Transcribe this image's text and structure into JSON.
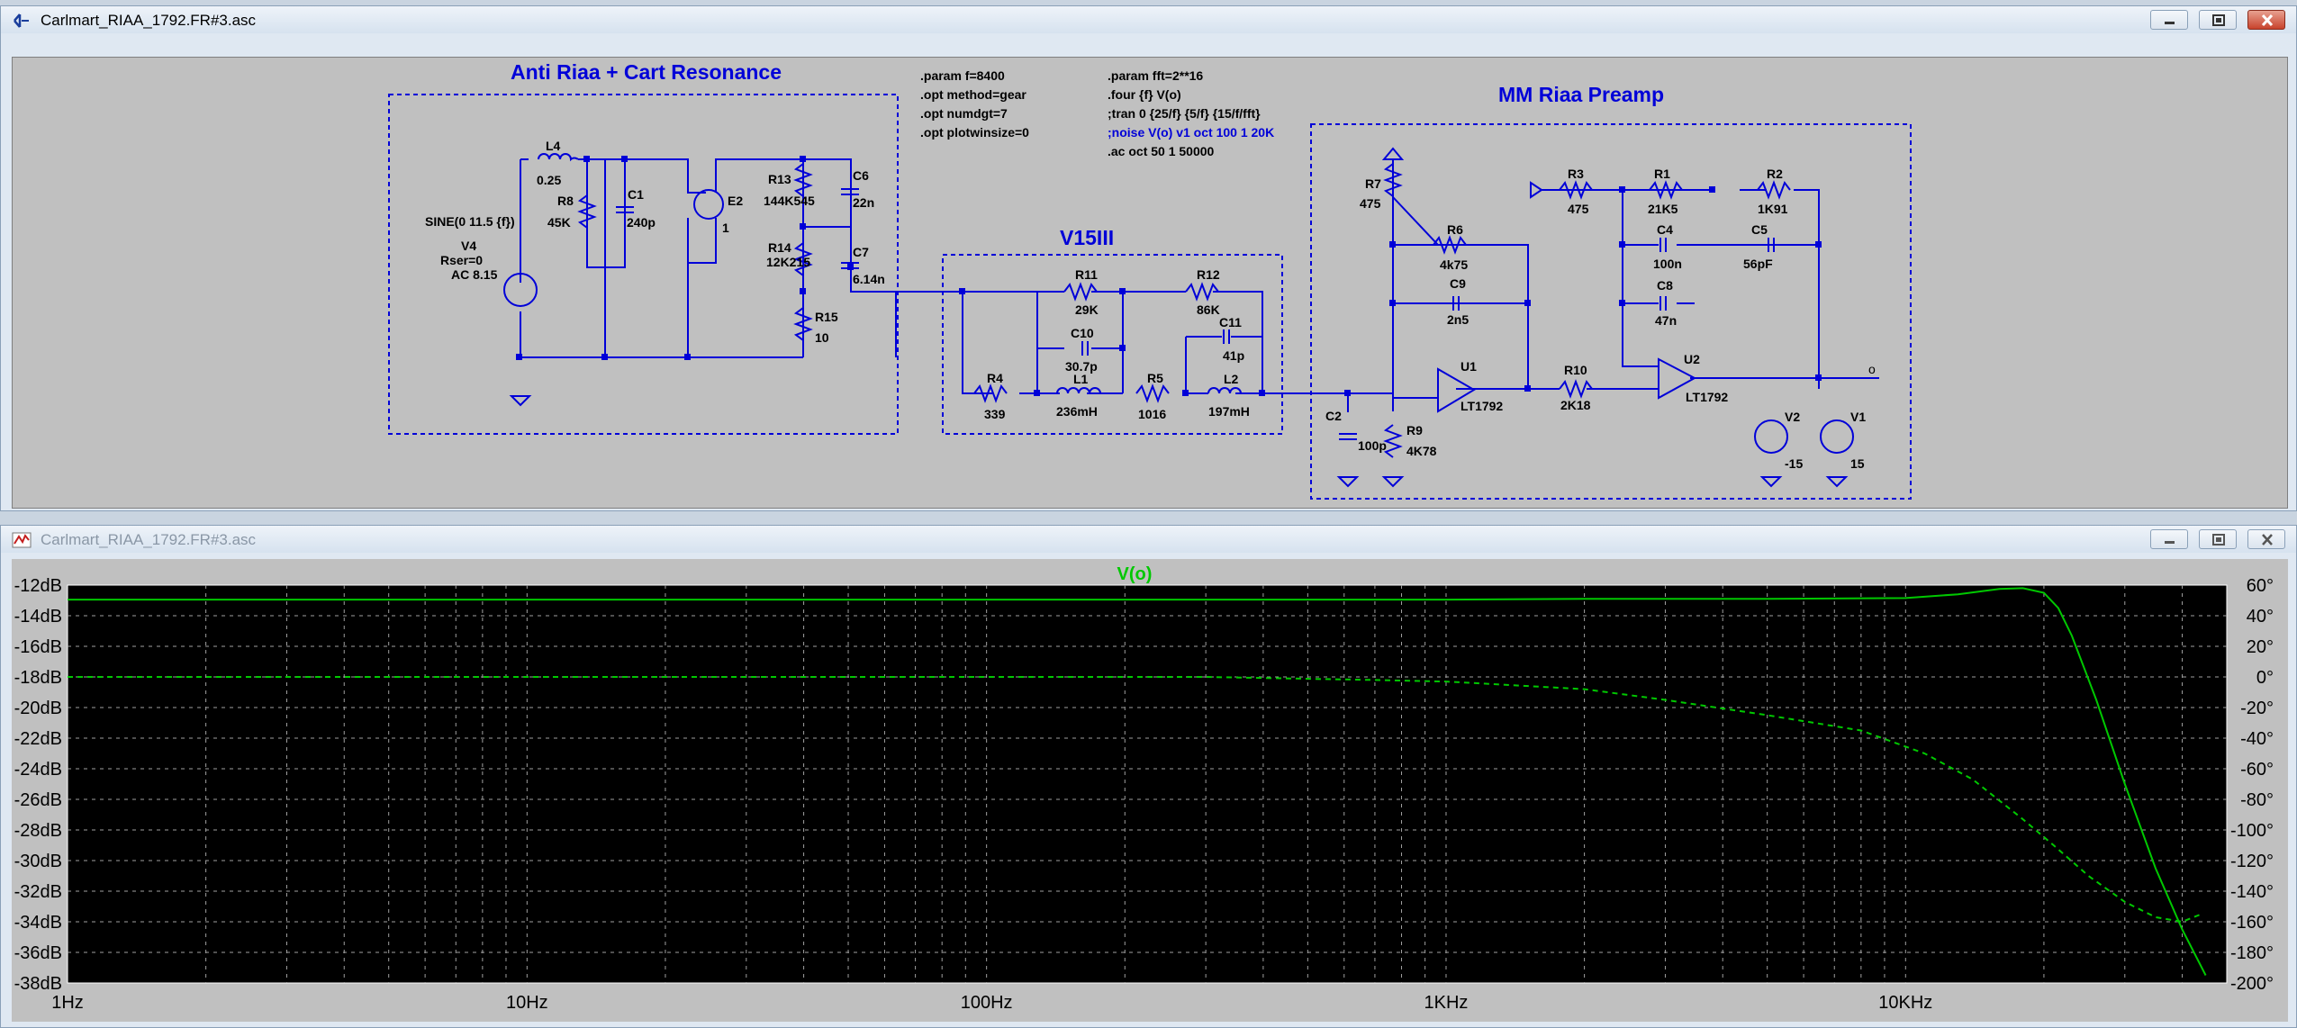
{
  "schematic_window": {
    "title": "Carlmart_RIAA_1792.FR#3.asc"
  },
  "plot_window": {
    "title": "Carlmart_RIAA_1792.FR#3.asc"
  },
  "schematic": {
    "section_titles": {
      "anti_riaa": "Anti Riaa + Cart Resonance",
      "v15": "V15III",
      "mm_riaa": "MM Riaa Preamp"
    },
    "directives": {
      "param_f": ".param f=8400",
      "opt_method": ".opt method=gear",
      "opt_numdgt": ".opt numdgt=7",
      "opt_plotwinsize": ".opt plotwinsize=0",
      "param_fft": ".param fft=2**16",
      "four": ".four {f} V(o)",
      "tran": ";tran 0 {25/f} {5/f} {15/f/fft}",
      "noise": ";noise V(o) v1 oct 100 1 20K",
      "ac": ".ac oct 50 1 50000"
    },
    "labels": {
      "L4": "L4",
      "L4v": "0.25",
      "R8": "R8",
      "R8v": "45K",
      "C1": "C1",
      "C1v": "240p",
      "E2": "E2",
      "E2v": "1",
      "plus": "+",
      "minus": "-",
      "R13": "R13",
      "R13v": "144K545",
      "C6": "C6",
      "C6v": "22n",
      "R14": "R14",
      "R14v": "12K215",
      "C7": "C7",
      "C7v": "6.14n",
      "R15": "R15",
      "R15v": "10",
      "V4sine": "SINE(0 11.5 {f})",
      "V4": "V4",
      "V4rser": "Rser=0",
      "V4ac": "AC 8.15",
      "R11": "R11",
      "R11v": "29K",
      "R12": "R12",
      "R12v": "86K",
      "C10": "C10",
      "C10v": "30.7p",
      "C11": "C11",
      "C11v": "41p",
      "R4": "R4",
      "R4v": "339",
      "L1": "L1",
      "L1v": "236mH",
      "R5": "R5",
      "R5v": "1016",
      "L2": "L2",
      "L2v": "197mH",
      "R7": "R7",
      "R7v": "475",
      "R6": "R6",
      "R6v": "4k75",
      "C9": "C9",
      "C9v": "2n5",
      "U1": "U1",
      "U1v": "LT1792",
      "C2": "C2",
      "C2v": "100p",
      "R9": "R9",
      "R9v": "4K78",
      "R10": "R10",
      "R10v": "2K18",
      "R3": "R3",
      "R3v": "475",
      "R1": "R1",
      "R1v": "21K5",
      "R2": "R2",
      "R2v": "1K91",
      "C4": "C4",
      "C4v": "100n",
      "C5": "C5",
      "C5v": "56pF",
      "C8": "C8",
      "C8v": "47n",
      "U2": "U2",
      "U2v": "LT1792",
      "V2": "V2",
      "V2v": "-15",
      "V1": "V1",
      "V1v": "15",
      "out": "o"
    }
  },
  "chart_data": {
    "type": "line",
    "title": "V(o)",
    "x_scale": "log",
    "xlim": [
      1,
      50000
    ],
    "x_ticks": [
      "1Hz",
      "10Hz",
      "100Hz",
      "1KHz",
      "10KHz"
    ],
    "y_left_ticks": [
      "-12dB",
      "-14dB",
      "-16dB",
      "-18dB",
      "-20dB",
      "-22dB",
      "-24dB",
      "-26dB",
      "-28dB",
      "-30dB",
      "-32dB",
      "-34dB",
      "-36dB",
      "-38dB"
    ],
    "y_right_ticks": [
      "60°",
      "40°",
      "20°",
      "0°",
      "-20°",
      "-40°",
      "-60°",
      "-80°",
      "-100°",
      "-120°",
      "-140°",
      "-160°",
      "-180°",
      "-200°"
    ],
    "ylim_left": [
      -38,
      -12
    ],
    "ylim_right": [
      -200,
      60
    ],
    "grid": true,
    "colors": {
      "trace": "#00c800",
      "grid": "#a0a0a0",
      "background": "#000000",
      "title": "#00c800"
    },
    "series": [
      {
        "name": "V(o)",
        "style": "solid",
        "axis": "left",
        "points": [
          [
            1,
            -12.95
          ],
          [
            10,
            -12.95
          ],
          [
            100,
            -12.95
          ],
          [
            1000,
            -12.95
          ],
          [
            2000,
            -12.9
          ],
          [
            5000,
            -12.9
          ],
          [
            10000,
            -12.85
          ],
          [
            13000,
            -12.6
          ],
          [
            16000,
            -12.25
          ],
          [
            18000,
            -12.2
          ],
          [
            20000,
            -12.5
          ],
          [
            21500,
            -13.5
          ],
          [
            23000,
            -15.3
          ],
          [
            26000,
            -19.5
          ],
          [
            30000,
            -25
          ],
          [
            35000,
            -30.5
          ],
          [
            40000,
            -34.5
          ],
          [
            45000,
            -37.5
          ]
        ]
      },
      {
        "name": "V(o)",
        "style": "dashed",
        "axis": "right",
        "points": [
          [
            1,
            0
          ],
          [
            100,
            0
          ],
          [
            300,
            0
          ],
          [
            700,
            -2
          ],
          [
            1000,
            -3
          ],
          [
            2000,
            -8
          ],
          [
            3000,
            -15
          ],
          [
            5000,
            -25
          ],
          [
            8000,
            -35
          ],
          [
            11000,
            -50
          ],
          [
            14000,
            -67
          ],
          [
            18000,
            -93
          ],
          [
            21000,
            -110
          ],
          [
            25000,
            -130
          ],
          [
            30000,
            -147
          ],
          [
            35000,
            -157
          ],
          [
            40000,
            -160
          ],
          [
            44000,
            -155
          ]
        ]
      }
    ]
  }
}
